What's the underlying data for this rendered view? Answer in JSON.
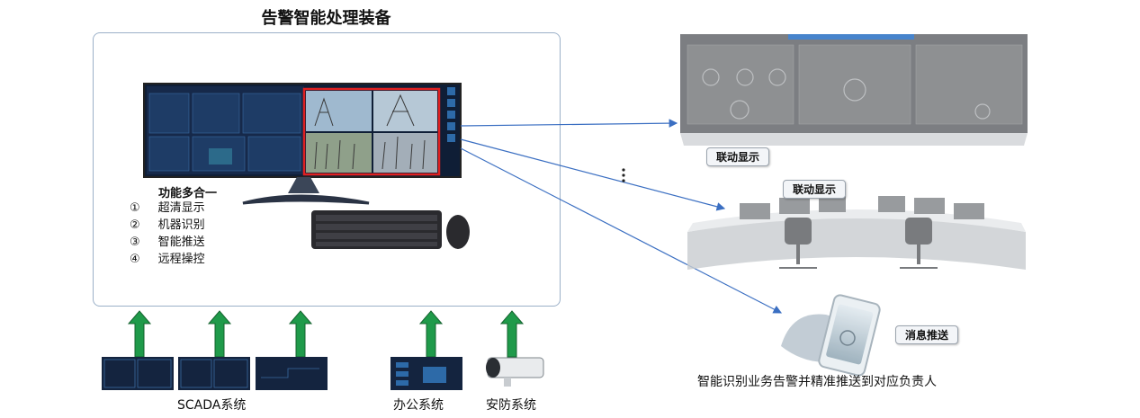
{
  "title": "告警智能处理装备",
  "functions": {
    "heading": "功能多合一",
    "items": [
      {
        "num": "①",
        "text": "超清显示"
      },
      {
        "num": "②",
        "text": "机器识别"
      },
      {
        "num": "③",
        "text": "智能推送"
      },
      {
        "num": "④",
        "text": "远程操控"
      }
    ]
  },
  "outputs": {
    "wall_tag": "联动显示",
    "desk_tag": "联动显示",
    "phone_tag": "消息推送",
    "phone_caption": "智能识别业务告警并精准推送到对应负责人",
    "ellipsis": "⋮"
  },
  "inputs": {
    "scada_label": "SCADA系统",
    "office_label": "办公系统",
    "security_label": "安防系统"
  },
  "colors": {
    "arrow_blue": "#3b6fc2",
    "arrow_green": "#1f9a4a",
    "screen_dark": "#14243f",
    "highlight_red": "#e02020"
  }
}
